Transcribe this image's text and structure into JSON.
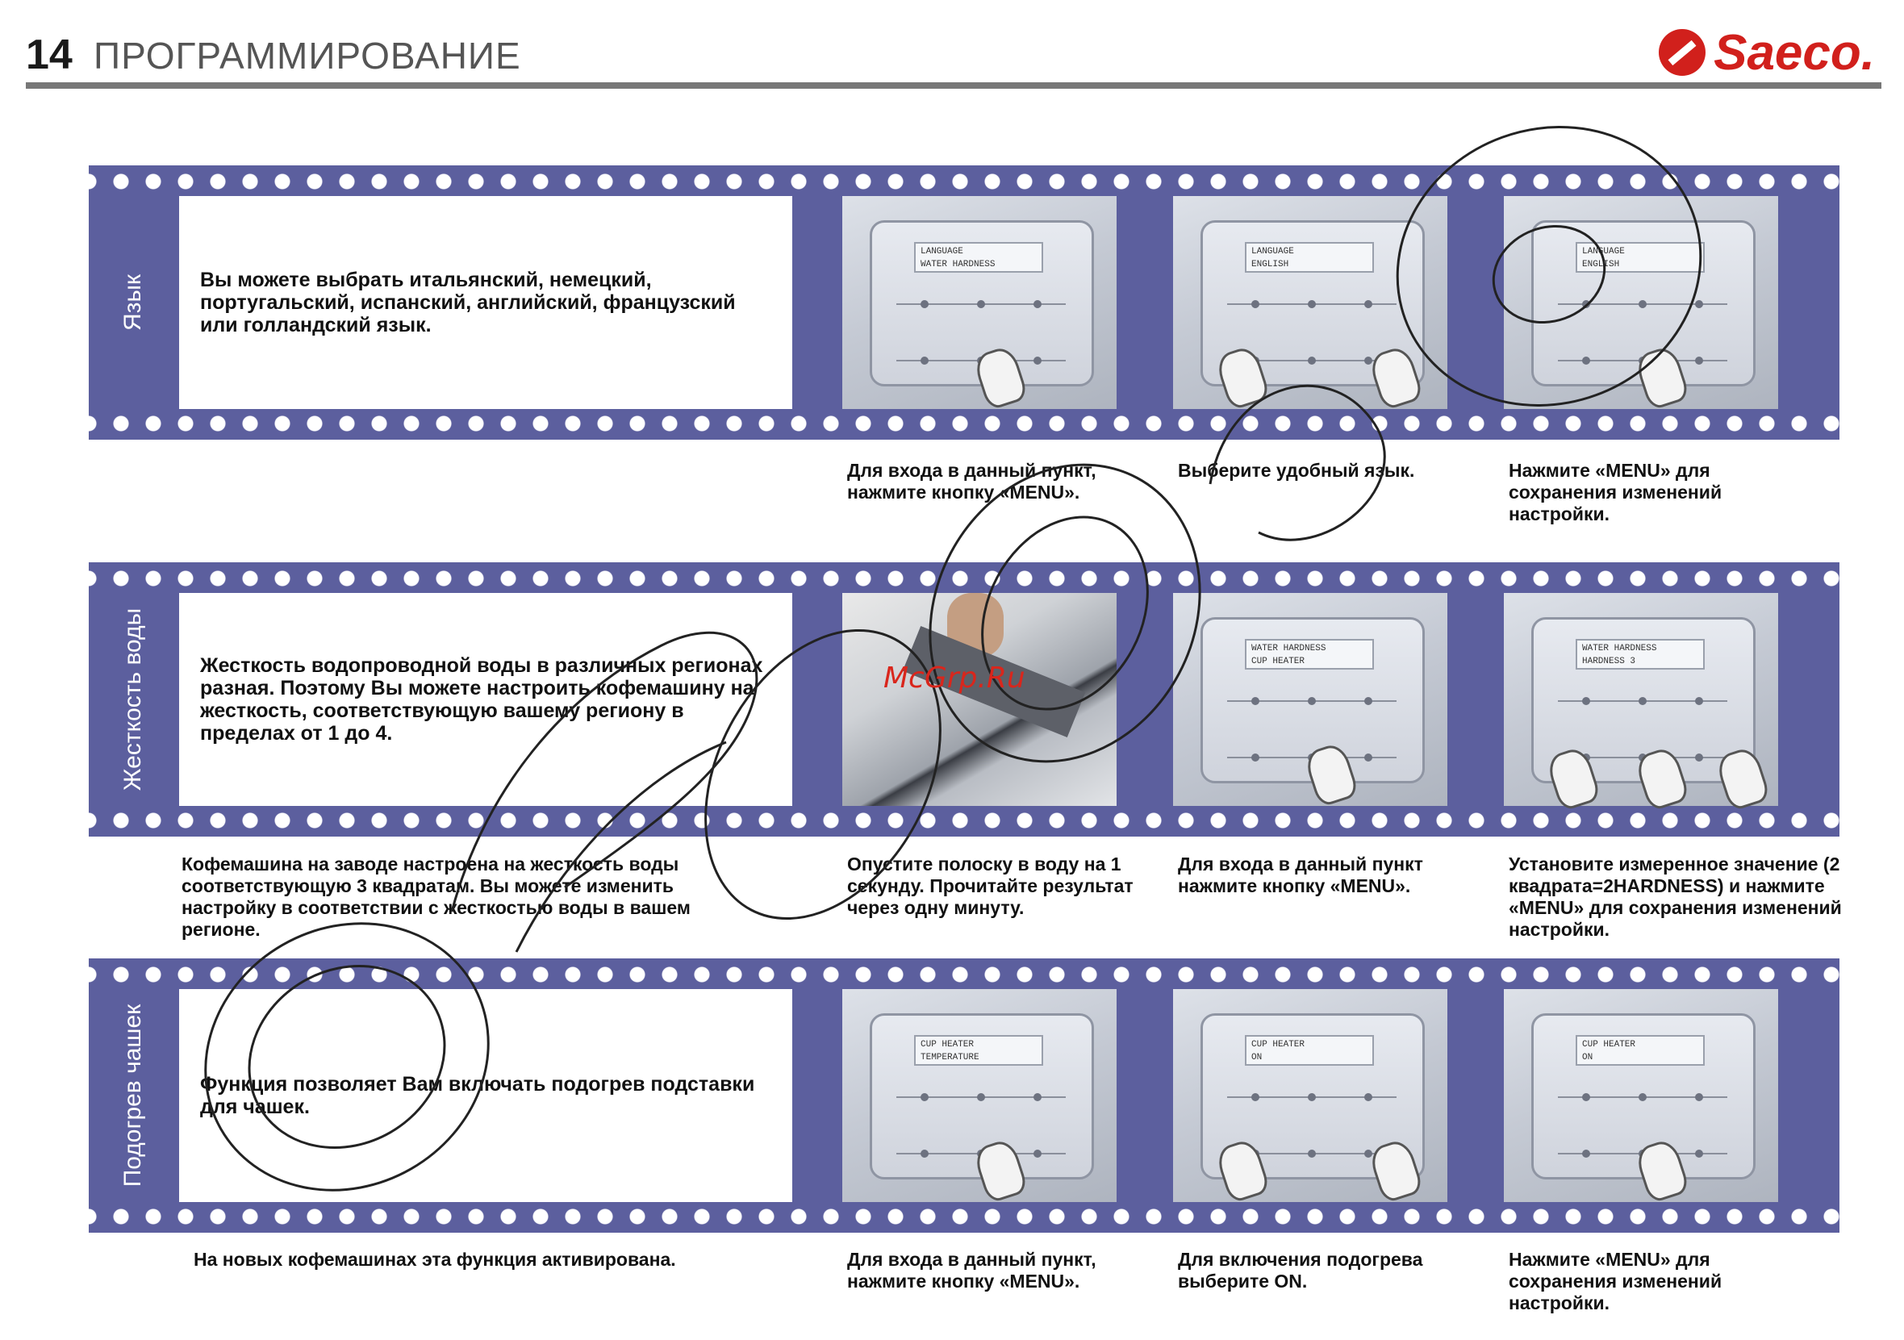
{
  "header": {
    "page_number": "14",
    "title": "ПРОГРАММИРОВАНИЕ",
    "logo_text": "Saeco.",
    "logo_color": "#d1201c"
  },
  "colors": {
    "strip": "#5c5f9e",
    "accent": "#d1201c"
  },
  "sections": [
    {
      "label": "Язык",
      "description": "Вы можете выбрать итальянский, немецкий, португальский, испанский, английский, французский или голландский язык.",
      "extra_caption": "",
      "steps": [
        {
          "lcd": "LANGUAGE\nWATER HARDNESS",
          "caption": "Для  входа в данный пункт, нажмите кнопку «MENU»."
        },
        {
          "lcd": "LANGUAGE\nENGLISH",
          "caption": "Выберите удобный язык."
        },
        {
          "lcd": "LANGUAGE\nENGLISH",
          "caption": "Нажмите «MENU» для сохранения изменений настройки."
        }
      ]
    },
    {
      "label": "Жесткость воды",
      "description": "Жесткость водопроводной воды в различных регионах разная. Поэтому Вы можете настроить кофемашину на жесткость, соответствующую вашему региону в пределах от 1 до 4.",
      "extra_caption": "Кофемашина на заводе настроена на жесткость воды соответствующую 3 квадратам. Вы можете изменить настройку в соответствии с жесткостью воды в вашем регионе.",
      "steps": [
        {
          "lcd": "",
          "caption": "Опустите полоску в воду на 1 секунду. Прочитайте результат через одну минуту."
        },
        {
          "lcd": "WATER HARDNESS\nCUP HEATER",
          "caption": "Для входа в данный пункт нажмите кнопку «MENU»."
        },
        {
          "lcd": "WATER HARDNESS\nHARDNESS 3",
          "caption": "Установите измеренное значение (2 квадрата=2HARDNESS) и нажмите «MENU» для сохранения изменений настройки."
        }
      ]
    },
    {
      "label": "Подогрев чашек",
      "description": "Функция позволяет Вам включать подогрев подставки для чашек.",
      "extra_caption": "На новых кофемашинах эта функция активирована.",
      "steps": [
        {
          "lcd": "CUP HEATER\nTEMPERATURE",
          "caption": "Для входа в данный пункт, нажмите кнопку «MENU»."
        },
        {
          "lcd": "CUP HEATER\nON",
          "caption": "Для включения подогрева выберите ON."
        },
        {
          "lcd": "CUP HEATER\nON",
          "caption": "Нажмите «MENU» для сохранения изменений настройки."
        }
      ]
    }
  ],
  "watermark": {
    "text": "McGrp.Ru"
  }
}
